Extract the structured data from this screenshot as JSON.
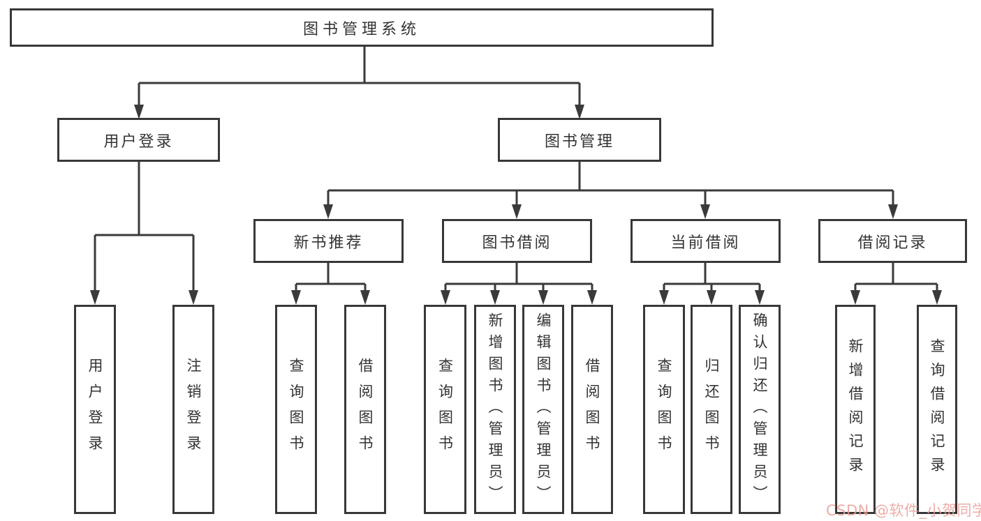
{
  "colors": {
    "background": "#ffffff",
    "line": "#3a3a3a",
    "box_border": "#383838",
    "box_fill": "#ffffff",
    "text": "#333333",
    "watermark": "#ec9e98"
  },
  "root": {
    "label": "图书管理系统"
  },
  "branches": {
    "login": {
      "label": "用户登录",
      "children": [
        {
          "label": "用户登录"
        },
        {
          "label": "注销登录"
        }
      ]
    },
    "mgmt": {
      "label": "图书管理"
    }
  },
  "modules": [
    {
      "label": "新书推荐",
      "children": [
        {
          "label": "查询图书"
        },
        {
          "label": "借阅图书"
        }
      ]
    },
    {
      "label": "图书借阅",
      "children": [
        {
          "label": "查询图书"
        },
        {
          "label": "新增图书（管理员）"
        },
        {
          "label": "编辑图书（管理员）"
        },
        {
          "label": "借阅图书"
        }
      ]
    },
    {
      "label": "当前借阅",
      "children": [
        {
          "label": "查询图书"
        },
        {
          "label": "归还图书"
        },
        {
          "label": "确认归还（管理员）"
        }
      ]
    },
    {
      "label": "借阅记录",
      "children": [
        {
          "label": "新增借阅记录"
        },
        {
          "label": "查询借阅记录"
        }
      ]
    }
  ],
  "watermark": {
    "text": "CSDN @软件_小贺同学"
  }
}
